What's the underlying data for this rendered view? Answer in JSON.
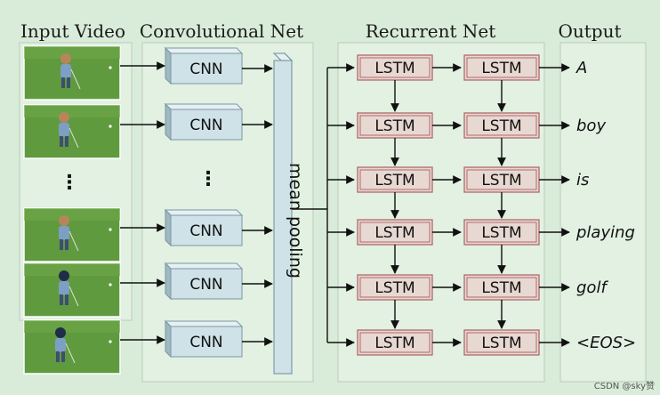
{
  "headers": {
    "input": "Input Video",
    "conv": "Convolutional Net",
    "recurrent": "Recurrent Net",
    "output": "Output"
  },
  "cnn_label": "CNN",
  "pool_label": "mean pooling",
  "lstm_label": "LSTM",
  "outputs": [
    "A",
    "boy",
    "is",
    "playing",
    "golf",
    "<EOS>"
  ],
  "ellipsis": "⋮",
  "watermark": "CSDN @sky赞",
  "colors": {
    "background": "#d9ecd9",
    "cnn_fill": "#cfe2e8",
    "lstm_fill": "#e8d8d2",
    "lstm_border": "#b06a6a",
    "grass": "#5f9a3e"
  }
}
